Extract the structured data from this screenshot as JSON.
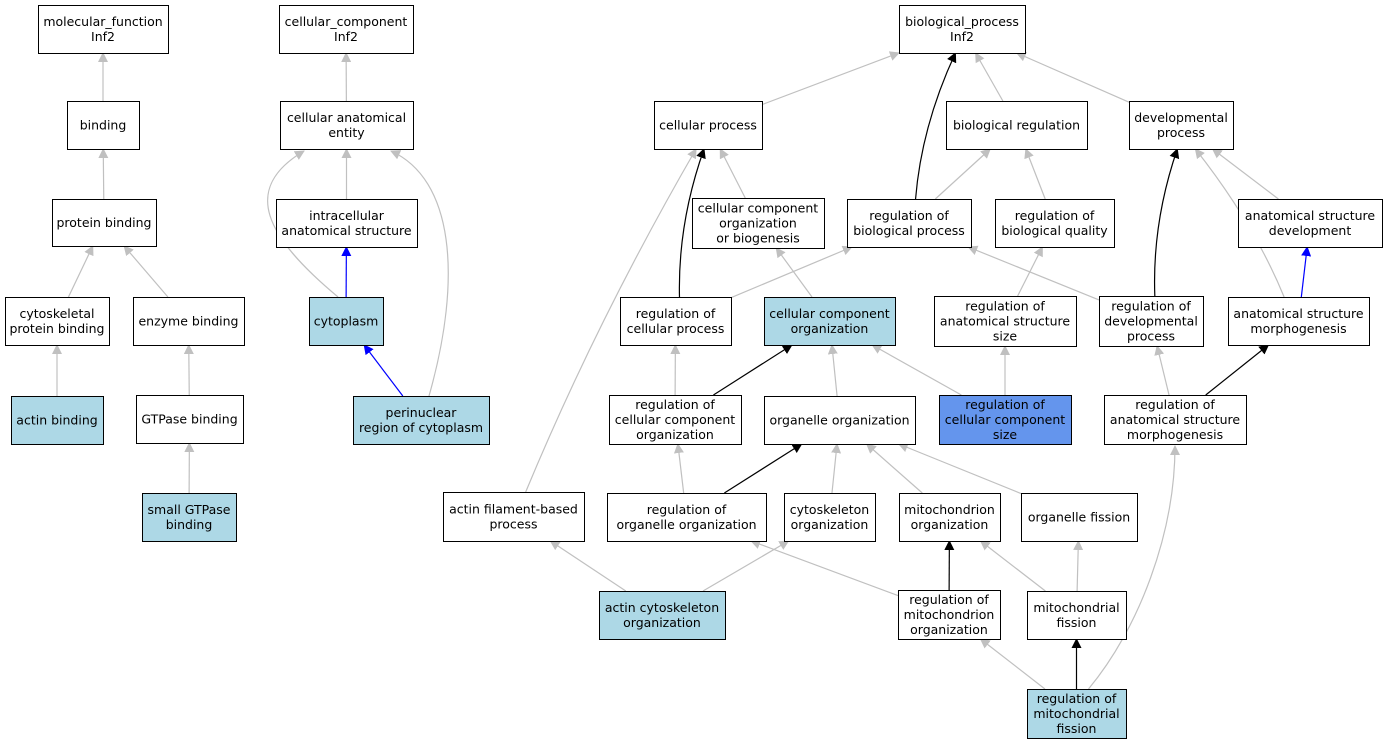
{
  "colors": {
    "node_default": "#ffffff",
    "node_highlight": "#add8e6",
    "node_selected": "#6495ed",
    "edge_is_a": "#c0c0c0",
    "edge_regulates": "#000000",
    "edge_part_of": "#0000ff"
  },
  "nodes": [
    {
      "id": "mf",
      "lines": [
        "molecular_function",
        "Inf2"
      ],
      "fill": "default"
    },
    {
      "id": "bind",
      "lines": [
        "binding"
      ],
      "fill": "default"
    },
    {
      "id": "pbind",
      "lines": [
        "protein binding"
      ],
      "fill": "default"
    },
    {
      "id": "cytopb",
      "lines": [
        "cytoskeletal",
        "protein binding"
      ],
      "fill": "default"
    },
    {
      "id": "enzb",
      "lines": [
        "enzyme binding"
      ],
      "fill": "default"
    },
    {
      "id": "actb",
      "lines": [
        "actin binding"
      ],
      "fill": "highlight"
    },
    {
      "id": "gtpb",
      "lines": [
        "GTPase binding"
      ],
      "fill": "default"
    },
    {
      "id": "sgtpb",
      "lines": [
        "small GTPase",
        "binding"
      ],
      "fill": "highlight"
    },
    {
      "id": "cc",
      "lines": [
        "cellular_component",
        "Inf2"
      ],
      "fill": "default"
    },
    {
      "id": "cae",
      "lines": [
        "cellular anatomical",
        "entity"
      ],
      "fill": "default"
    },
    {
      "id": "ias",
      "lines": [
        "intracellular",
        "anatomical structure"
      ],
      "fill": "default"
    },
    {
      "id": "cyto",
      "lines": [
        "cytoplasm"
      ],
      "fill": "highlight"
    },
    {
      "id": "peri",
      "lines": [
        "perinuclear",
        "region of cytoplasm"
      ],
      "fill": "highlight"
    },
    {
      "id": "bp",
      "lines": [
        "biological_process",
        "Inf2"
      ],
      "fill": "default"
    },
    {
      "id": "cp",
      "lines": [
        "cellular process"
      ],
      "fill": "default"
    },
    {
      "id": "breg",
      "lines": [
        "biological regulation"
      ],
      "fill": "default"
    },
    {
      "id": "devp",
      "lines": [
        "developmental",
        "process"
      ],
      "fill": "default"
    },
    {
      "id": "ccob",
      "lines": [
        "cellular component",
        "organization",
        "or biogenesis"
      ],
      "fill": "default"
    },
    {
      "id": "rbp",
      "lines": [
        "regulation of",
        "biological process"
      ],
      "fill": "default"
    },
    {
      "id": "rbq",
      "lines": [
        "regulation of",
        "biological quality"
      ],
      "fill": "default"
    },
    {
      "id": "asd",
      "lines": [
        "anatomical structure",
        "development"
      ],
      "fill": "default"
    },
    {
      "id": "rcp",
      "lines": [
        "regulation of",
        "cellular process"
      ],
      "fill": "default"
    },
    {
      "id": "cco",
      "lines": [
        "cellular component",
        "organization"
      ],
      "fill": "highlight"
    },
    {
      "id": "rass",
      "lines": [
        "regulation of",
        "anatomical structure",
        "size"
      ],
      "fill": "default"
    },
    {
      "id": "rdp",
      "lines": [
        "regulation of",
        "developmental",
        "process"
      ],
      "fill": "default"
    },
    {
      "id": "asm",
      "lines": [
        "anatomical structure",
        "morphogenesis"
      ],
      "fill": "default"
    },
    {
      "id": "rcco",
      "lines": [
        "regulation of",
        "cellular component",
        "organization"
      ],
      "fill": "default"
    },
    {
      "id": "oo",
      "lines": [
        "organelle organization"
      ],
      "fill": "default"
    },
    {
      "id": "rccs",
      "lines": [
        "regulation of",
        "cellular component",
        "size"
      ],
      "fill": "selected"
    },
    {
      "id": "rasm",
      "lines": [
        "regulation of",
        "anatomical structure",
        "morphogenesis"
      ],
      "fill": "default"
    },
    {
      "id": "afbp",
      "lines": [
        "actin filament-based",
        "process"
      ],
      "fill": "default"
    },
    {
      "id": "roo",
      "lines": [
        "regulation of",
        "organelle organization"
      ],
      "fill": "default"
    },
    {
      "id": "cso",
      "lines": [
        "cytoskeleton",
        "organization"
      ],
      "fill": "default"
    },
    {
      "id": "mito",
      "lines": [
        "mitochondrion",
        "organization"
      ],
      "fill": "default"
    },
    {
      "id": "ofis",
      "lines": [
        "organelle fission"
      ],
      "fill": "default"
    },
    {
      "id": "aco",
      "lines": [
        "actin cytoskeleton",
        "organization"
      ],
      "fill": "highlight"
    },
    {
      "id": "rmo",
      "lines": [
        "regulation of",
        "mitochondrion",
        "organization"
      ],
      "fill": "default"
    },
    {
      "id": "mfis",
      "lines": [
        "mitochondrial",
        "fission"
      ],
      "fill": "default"
    },
    {
      "id": "rmf",
      "lines": [
        "regulation of",
        "mitochondrial",
        "fission"
      ],
      "fill": "highlight"
    }
  ],
  "edges": [
    {
      "from": "bind",
      "to": "mf",
      "type": "is_a"
    },
    {
      "from": "pbind",
      "to": "bind",
      "type": "is_a"
    },
    {
      "from": "cytopb",
      "to": "pbind",
      "type": "is_a"
    },
    {
      "from": "enzb",
      "to": "pbind",
      "type": "is_a"
    },
    {
      "from": "actb",
      "to": "cytopb",
      "type": "is_a"
    },
    {
      "from": "gtpb",
      "to": "enzb",
      "type": "is_a"
    },
    {
      "from": "sgtpb",
      "to": "gtpb",
      "type": "is_a"
    },
    {
      "from": "cae",
      "to": "cc",
      "type": "is_a"
    },
    {
      "from": "ias",
      "to": "cae",
      "type": "is_a"
    },
    {
      "from": "cyto",
      "to": "cae",
      "type": "is_a"
    },
    {
      "from": "cyto",
      "to": "ias",
      "type": "part_of"
    },
    {
      "from": "peri",
      "to": "cae",
      "type": "is_a"
    },
    {
      "from": "peri",
      "to": "cyto",
      "type": "part_of"
    },
    {
      "from": "cp",
      "to": "bp",
      "type": "is_a"
    },
    {
      "from": "breg",
      "to": "bp",
      "type": "is_a"
    },
    {
      "from": "devp",
      "to": "bp",
      "type": "is_a"
    },
    {
      "from": "rbp",
      "to": "bp",
      "type": "regulates"
    },
    {
      "from": "ccob",
      "to": "cp",
      "type": "is_a"
    },
    {
      "from": "rbp",
      "to": "breg",
      "type": "is_a"
    },
    {
      "from": "rbq",
      "to": "breg",
      "type": "is_a"
    },
    {
      "from": "asd",
      "to": "devp",
      "type": "is_a"
    },
    {
      "from": "asm",
      "to": "devp",
      "type": "is_a"
    },
    {
      "from": "rdp",
      "to": "devp",
      "type": "regulates"
    },
    {
      "from": "rcp",
      "to": "cp",
      "type": "regulates"
    },
    {
      "from": "rcp",
      "to": "rbp",
      "type": "is_a"
    },
    {
      "from": "cco",
      "to": "ccob",
      "type": "is_a"
    },
    {
      "from": "rass",
      "to": "rbq",
      "type": "is_a"
    },
    {
      "from": "rdp",
      "to": "rbp",
      "type": "is_a"
    },
    {
      "from": "asm",
      "to": "asd",
      "type": "part_of"
    },
    {
      "from": "afbp",
      "to": "cp",
      "type": "is_a"
    },
    {
      "from": "rcco",
      "to": "rcp",
      "type": "is_a"
    },
    {
      "from": "rcco",
      "to": "cco",
      "type": "regulates"
    },
    {
      "from": "oo",
      "to": "cco",
      "type": "is_a"
    },
    {
      "from": "rccs",
      "to": "cco",
      "type": "is_a"
    },
    {
      "from": "rccs",
      "to": "rass",
      "type": "is_a"
    },
    {
      "from": "rasm",
      "to": "rdp",
      "type": "is_a"
    },
    {
      "from": "rasm",
      "to": "asm",
      "type": "regulates"
    },
    {
      "from": "roo",
      "to": "rcco",
      "type": "is_a"
    },
    {
      "from": "roo",
      "to": "oo",
      "type": "regulates"
    },
    {
      "from": "cso",
      "to": "oo",
      "type": "is_a"
    },
    {
      "from": "mito",
      "to": "oo",
      "type": "is_a"
    },
    {
      "from": "ofis",
      "to": "oo",
      "type": "is_a"
    },
    {
      "from": "aco",
      "to": "afbp",
      "type": "is_a"
    },
    {
      "from": "aco",
      "to": "cso",
      "type": "is_a"
    },
    {
      "from": "rmo",
      "to": "roo",
      "type": "is_a"
    },
    {
      "from": "rmo",
      "to": "mito",
      "type": "regulates"
    },
    {
      "from": "mfis",
      "to": "mito",
      "type": "is_a"
    },
    {
      "from": "mfis",
      "to": "ofis",
      "type": "is_a"
    },
    {
      "from": "rmf",
      "to": "rmo",
      "type": "is_a"
    },
    {
      "from": "rmf",
      "to": "mfis",
      "type": "regulates"
    },
    {
      "from": "rmf",
      "to": "rasm",
      "type": "is_a"
    }
  ]
}
